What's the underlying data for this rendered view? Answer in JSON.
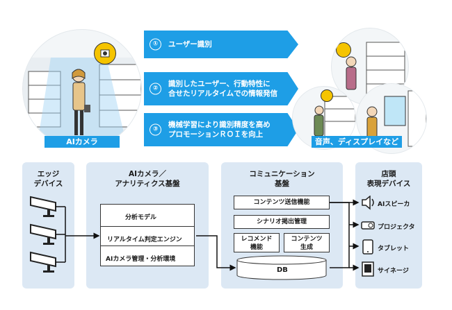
{
  "top": {
    "left_caption": "AIカメラ",
    "right_caption": "音声、ディスプレイなど",
    "banners": [
      {
        "num": "①",
        "text": "ユーザー識別"
      },
      {
        "num": "②",
        "text": "識別したユーザー、行動特性に\n合せたリアルタイムでの情報発信"
      },
      {
        "num": "③",
        "text": "機械学習により識別精度を高め\nプロモーションＲＯＩを向上"
      }
    ]
  },
  "edge": {
    "title": "エッジ\nデバイス"
  },
  "analytics": {
    "title": "AIカメラ／\nアナリティクス基盤",
    "items": [
      "分析モデル",
      "リアルタイム判定エンジン",
      "AIカメラ管理・分析環境"
    ]
  },
  "communication": {
    "title": "コミュニケーション\n基盤",
    "items": [
      "コンテンツ送信機能",
      "シナリオ掲出管理",
      "レコメンド\n機能",
      "コンテンツ\n生成"
    ],
    "db": "DB"
  },
  "store": {
    "title": "店頭\n表現デバイス",
    "devices": [
      {
        "label": "AIスピーカ",
        "icon": "speaker-icon"
      },
      {
        "label": "プロジェクタ",
        "icon": "projector-icon"
      },
      {
        "label": "タブレット",
        "icon": "tablet-icon"
      },
      {
        "label": "サイネージ",
        "icon": "signage-icon"
      }
    ]
  },
  "colors": {
    "accent": "#1e9ee6",
    "panel": "#dce8f4"
  }
}
